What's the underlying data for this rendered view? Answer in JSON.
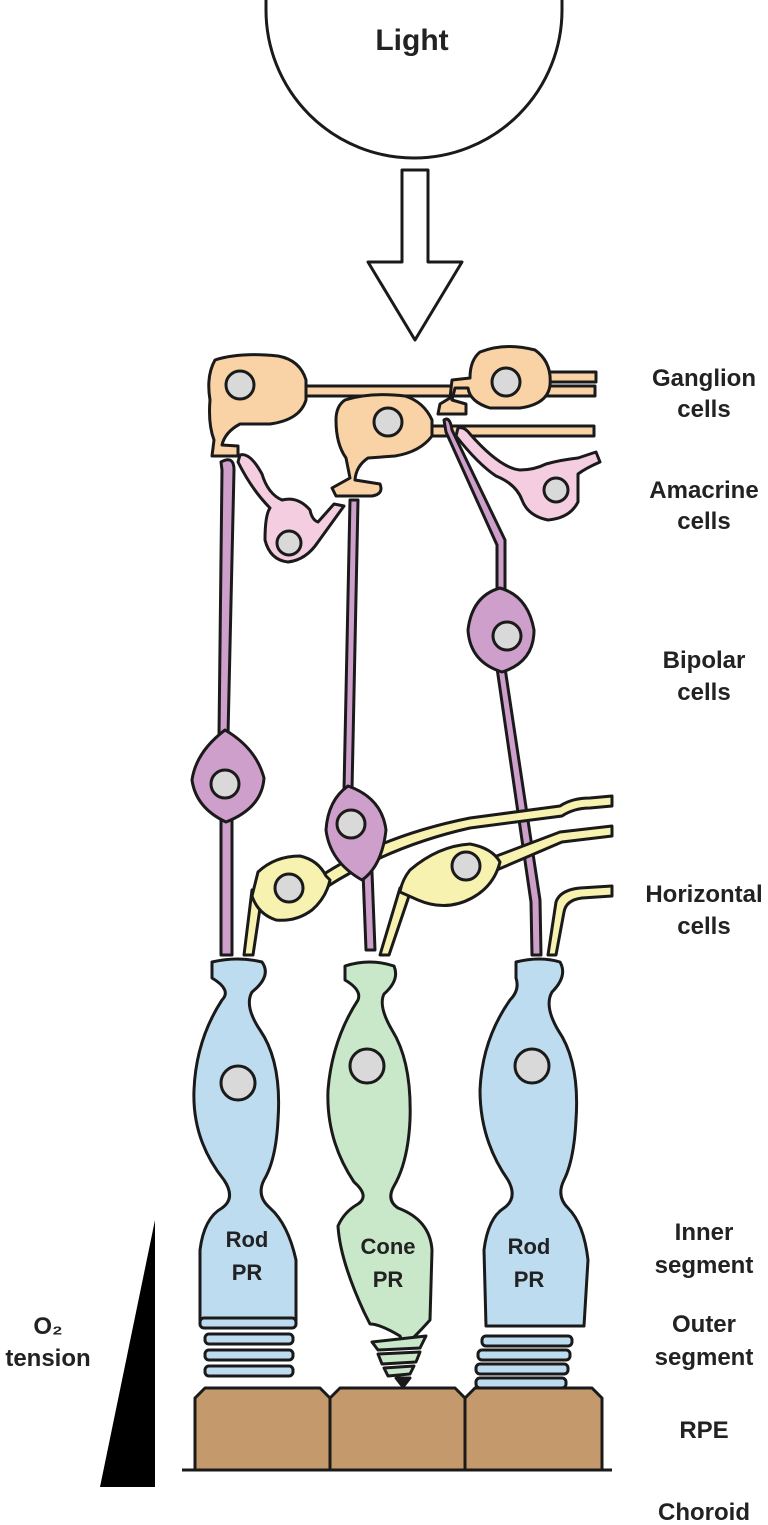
{
  "light_label": "Light",
  "layers": {
    "ganglion": [
      "Ganglion",
      "cells"
    ],
    "amacrine": [
      "Amacrine",
      "cells"
    ],
    "bipolar": [
      "Bipolar",
      "cells"
    ],
    "horizontal": [
      "Horizontal",
      "cells"
    ],
    "inner_segment": [
      "Inner",
      "segment"
    ],
    "outer_segment": [
      "Outer",
      "segment"
    ],
    "rpe": "RPE",
    "choroid": "Choroid"
  },
  "o2_label": [
    "O₂",
    "tension"
  ],
  "photoreceptors": {
    "rod_left": [
      "Rod",
      "PR"
    ],
    "cone": [
      "Cone",
      "PR"
    ],
    "rod_right": [
      "Rod",
      "PR"
    ]
  },
  "colors": {
    "ganglion": "#f9d3a5",
    "amacrine": "#f5cde0",
    "bipolar": "#cf9fcc",
    "horizontal": "#f7f2b0",
    "rod": "#bddcf0",
    "cone": "#c9e7c9",
    "rpe": "#c49a6c",
    "nucleus": "#d9d9d9",
    "outline": "#1a1a1a"
  }
}
